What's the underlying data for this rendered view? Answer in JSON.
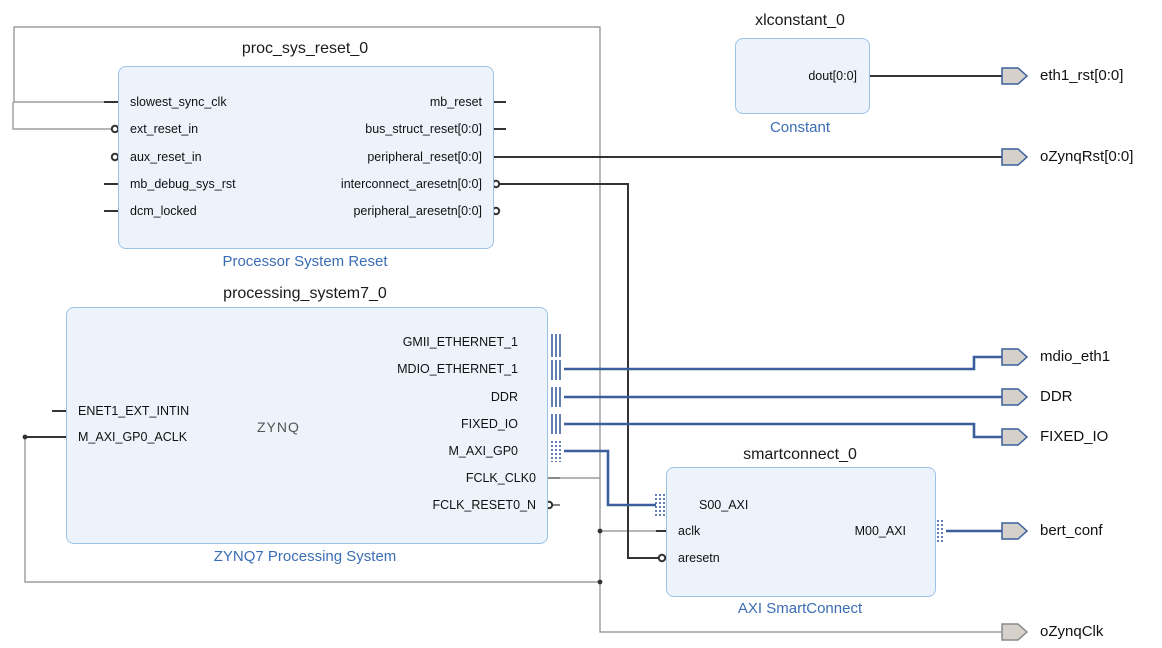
{
  "blocks": {
    "xlconstant": {
      "instance": "xlconstant_0",
      "ip": "Constant",
      "pins": {
        "dout": "dout[0:0]"
      }
    },
    "proc_sys_reset": {
      "instance": "proc_sys_reset_0",
      "ip": "Processor System Reset",
      "inputs": [
        "slowest_sync_clk",
        "ext_reset_in",
        "aux_reset_in",
        "mb_debug_sys_rst",
        "dcm_locked"
      ],
      "outputs": [
        "mb_reset",
        "bus_struct_reset[0:0]",
        "peripheral_reset[0:0]",
        "interconnect_aresetn[0:0]",
        "peripheral_aresetn[0:0]"
      ]
    },
    "ps7": {
      "instance": "processing_system7_0",
      "ip": "ZYNQ7 Processing System",
      "logo": "ZYNQ",
      "inputs": [
        "ENET1_EXT_INTIN",
        "M_AXI_GP0_ACLK"
      ],
      "outputs": [
        "GMII_ETHERNET_1",
        "MDIO_ETHERNET_1",
        "DDR",
        "FIXED_IO",
        "M_AXI_GP0",
        "FCLK_CLK0",
        "FCLK_RESET0_N"
      ]
    },
    "smartconnect": {
      "instance": "smartconnect_0",
      "ip": "AXI SmartConnect",
      "inputs": [
        "S00_AXI",
        "aclk",
        "aresetn"
      ],
      "outputs": [
        "M00_AXI"
      ]
    }
  },
  "ports": [
    "eth1_rst[0:0]",
    "oZynqRst[0:0]",
    "mdio_eth1",
    "DDR",
    "FIXED_IO",
    "bert_conf",
    "oZynqClk"
  ],
  "colors": {
    "block_fill": "#ecf3fb",
    "block_border": "#9ec2e6",
    "ip_label": "#3b6db4",
    "bus_wire": "#3b5f9c",
    "wire": "#333333",
    "thin_wire": "#8a8a8a",
    "port_fill": "#d6d0cb"
  }
}
